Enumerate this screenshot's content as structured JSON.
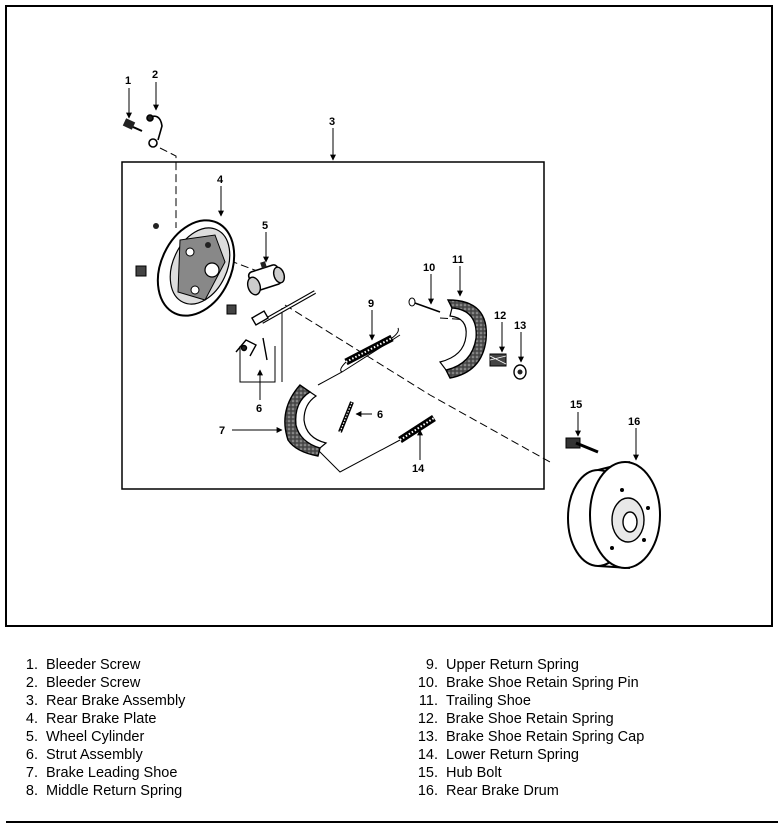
{
  "callouts": [
    "1",
    "2",
    "3",
    "4",
    "5",
    "6",
    "6",
    "7",
    "9",
    "10",
    "11",
    "12",
    "13",
    "14",
    "15",
    "16"
  ],
  "legend_left": [
    {
      "num": "1.",
      "label": "Bleeder Screw"
    },
    {
      "num": "2.",
      "label": "Bleeder Screw"
    },
    {
      "num": "3.",
      "label": "Rear Brake Assembly"
    },
    {
      "num": "4.",
      "label": "Rear Brake Plate"
    },
    {
      "num": "5.",
      "label": "Wheel Cylinder"
    },
    {
      "num": "6.",
      "label": "Strut Assembly"
    },
    {
      "num": "7.",
      "label": "Brake Leading Shoe"
    },
    {
      "num": "8.",
      "label": "Middle Return Spring"
    }
  ],
  "legend_right": [
    {
      "num": "9.",
      "label": "Upper Return Spring"
    },
    {
      "num": "10.",
      "label": "Brake Shoe Retain Spring Pin"
    },
    {
      "num": "11.",
      "label": "Trailing Shoe"
    },
    {
      "num": "12.",
      "label": "Brake Shoe Retain Spring"
    },
    {
      "num": "13.",
      "label": "Brake Shoe Retain Spring Cap"
    },
    {
      "num": "14.",
      "label": "Lower Return Spring"
    },
    {
      "num": "15.",
      "label": "Hub Bolt"
    },
    {
      "num": "16.",
      "label": "Rear Brake Drum"
    }
  ]
}
